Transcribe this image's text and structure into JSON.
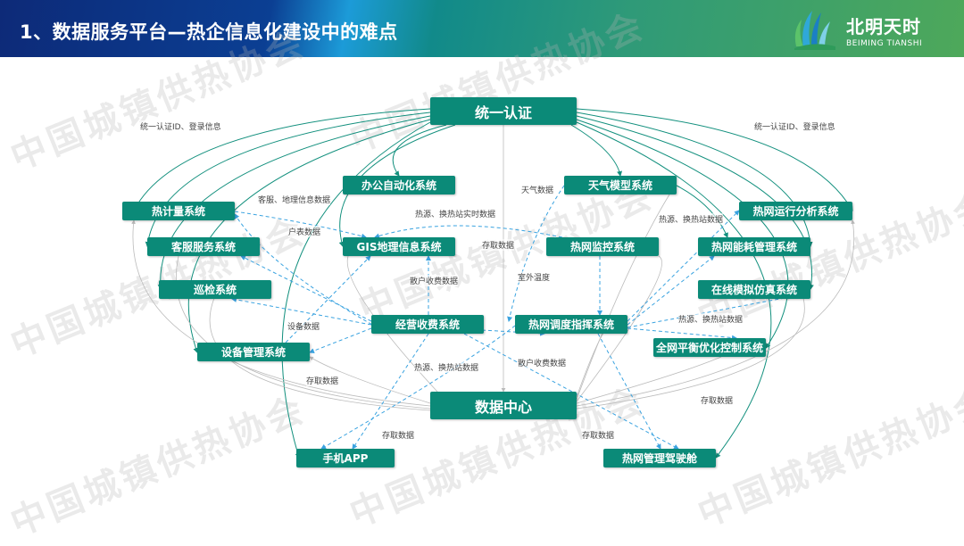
{
  "header": {
    "title": "1、数据服务平台—热企信息化建设中的难点"
  },
  "logo": {
    "name_cn": "北明天时",
    "name_en": "BEIMING TIANSHI"
  },
  "watermark": "中国城镇供热协会",
  "colors": {
    "box": "#0b8a78",
    "solid_line": "#13907e",
    "dashed_line": "#3aa3e0",
    "gray_line": "#bbbbbb"
  },
  "nodes": {
    "auth": "统一认证",
    "oa": "办公自动化系统",
    "weather": "天气模型系统",
    "heat_meter": "热计量系统",
    "net_analysis": "热网运行分析系统",
    "customer": "客服服务系统",
    "gis": "GIS地理信息系统",
    "monitor": "热网监控系统",
    "energy": "热网能耗管理系统",
    "patrol": "巡检系统",
    "simulation": "在线模拟仿真系统",
    "billing": "经营收费系统",
    "dispatch": "热网调度指挥系统",
    "balance": "全网平衡优化控制系统",
    "equipment": "设备管理系统",
    "datacenter": "数据中心",
    "app": "手机APP",
    "cockpit": "热网管理驾驶舱"
  },
  "edge_labels": [
    "统一认证ID、登录信息",
    "统一认证ID、登录信息",
    "客服、地理信息数据",
    "户表数据",
    "热源、换热站实时数据",
    "存取数据",
    "天气数据",
    "热源、换热站数据",
    "散户收费数据",
    "室外温度",
    "设备数据",
    "热源、换热站数据",
    "热源、换热站数据",
    "散户收费数据",
    "存取数据",
    "存取数据",
    "存取数据",
    "存取数据"
  ]
}
